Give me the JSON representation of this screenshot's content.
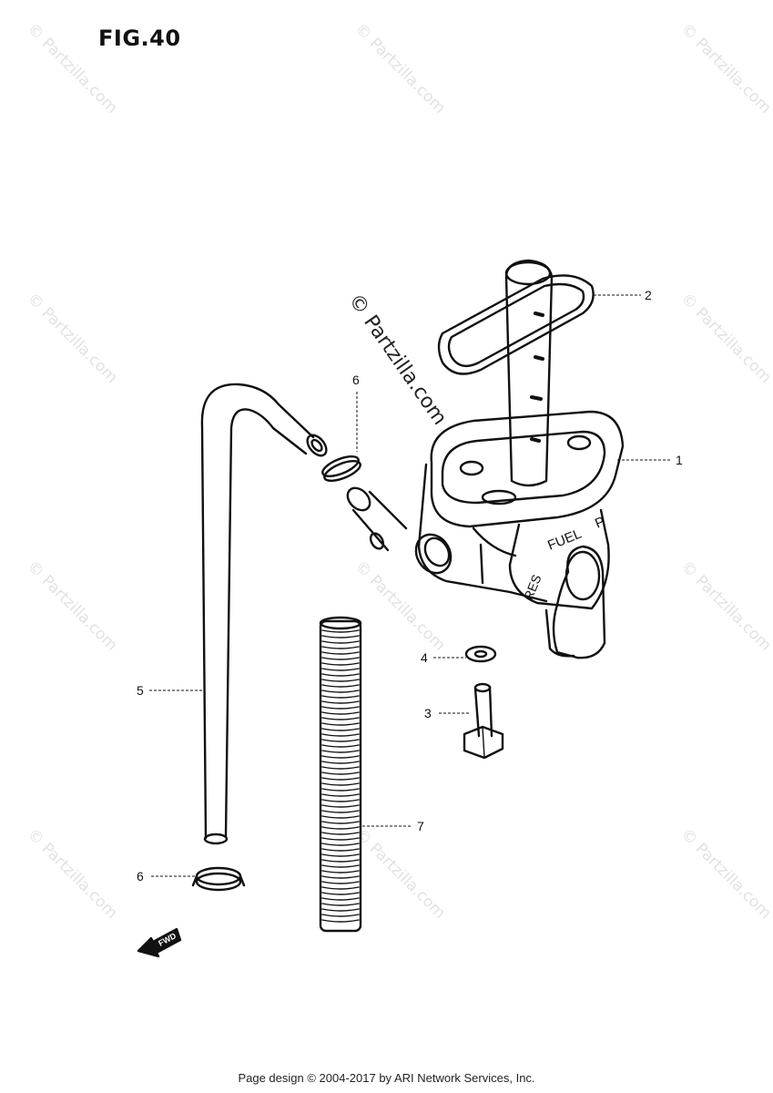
{
  "figure": {
    "title": "FIG.40"
  },
  "watermark": {
    "text": "© Partzilla.com"
  },
  "callouts": [
    {
      "id": "c1",
      "label": "1"
    },
    {
      "id": "c2",
      "label": "2"
    },
    {
      "id": "c3",
      "label": "3"
    },
    {
      "id": "c4",
      "label": "4"
    },
    {
      "id": "c5",
      "label": "5"
    },
    {
      "id": "c6a",
      "label": "6"
    },
    {
      "id": "c6b",
      "label": "6"
    },
    {
      "id": "c7",
      "label": "7"
    }
  ],
  "valve_markings": {
    "fuel": "FUEL",
    "res": "RES",
    "pri": "P"
  },
  "fwd_badge": "FWD",
  "footer": {
    "text": "Page design © 2004-2017 by ARI Network Services, Inc."
  }
}
